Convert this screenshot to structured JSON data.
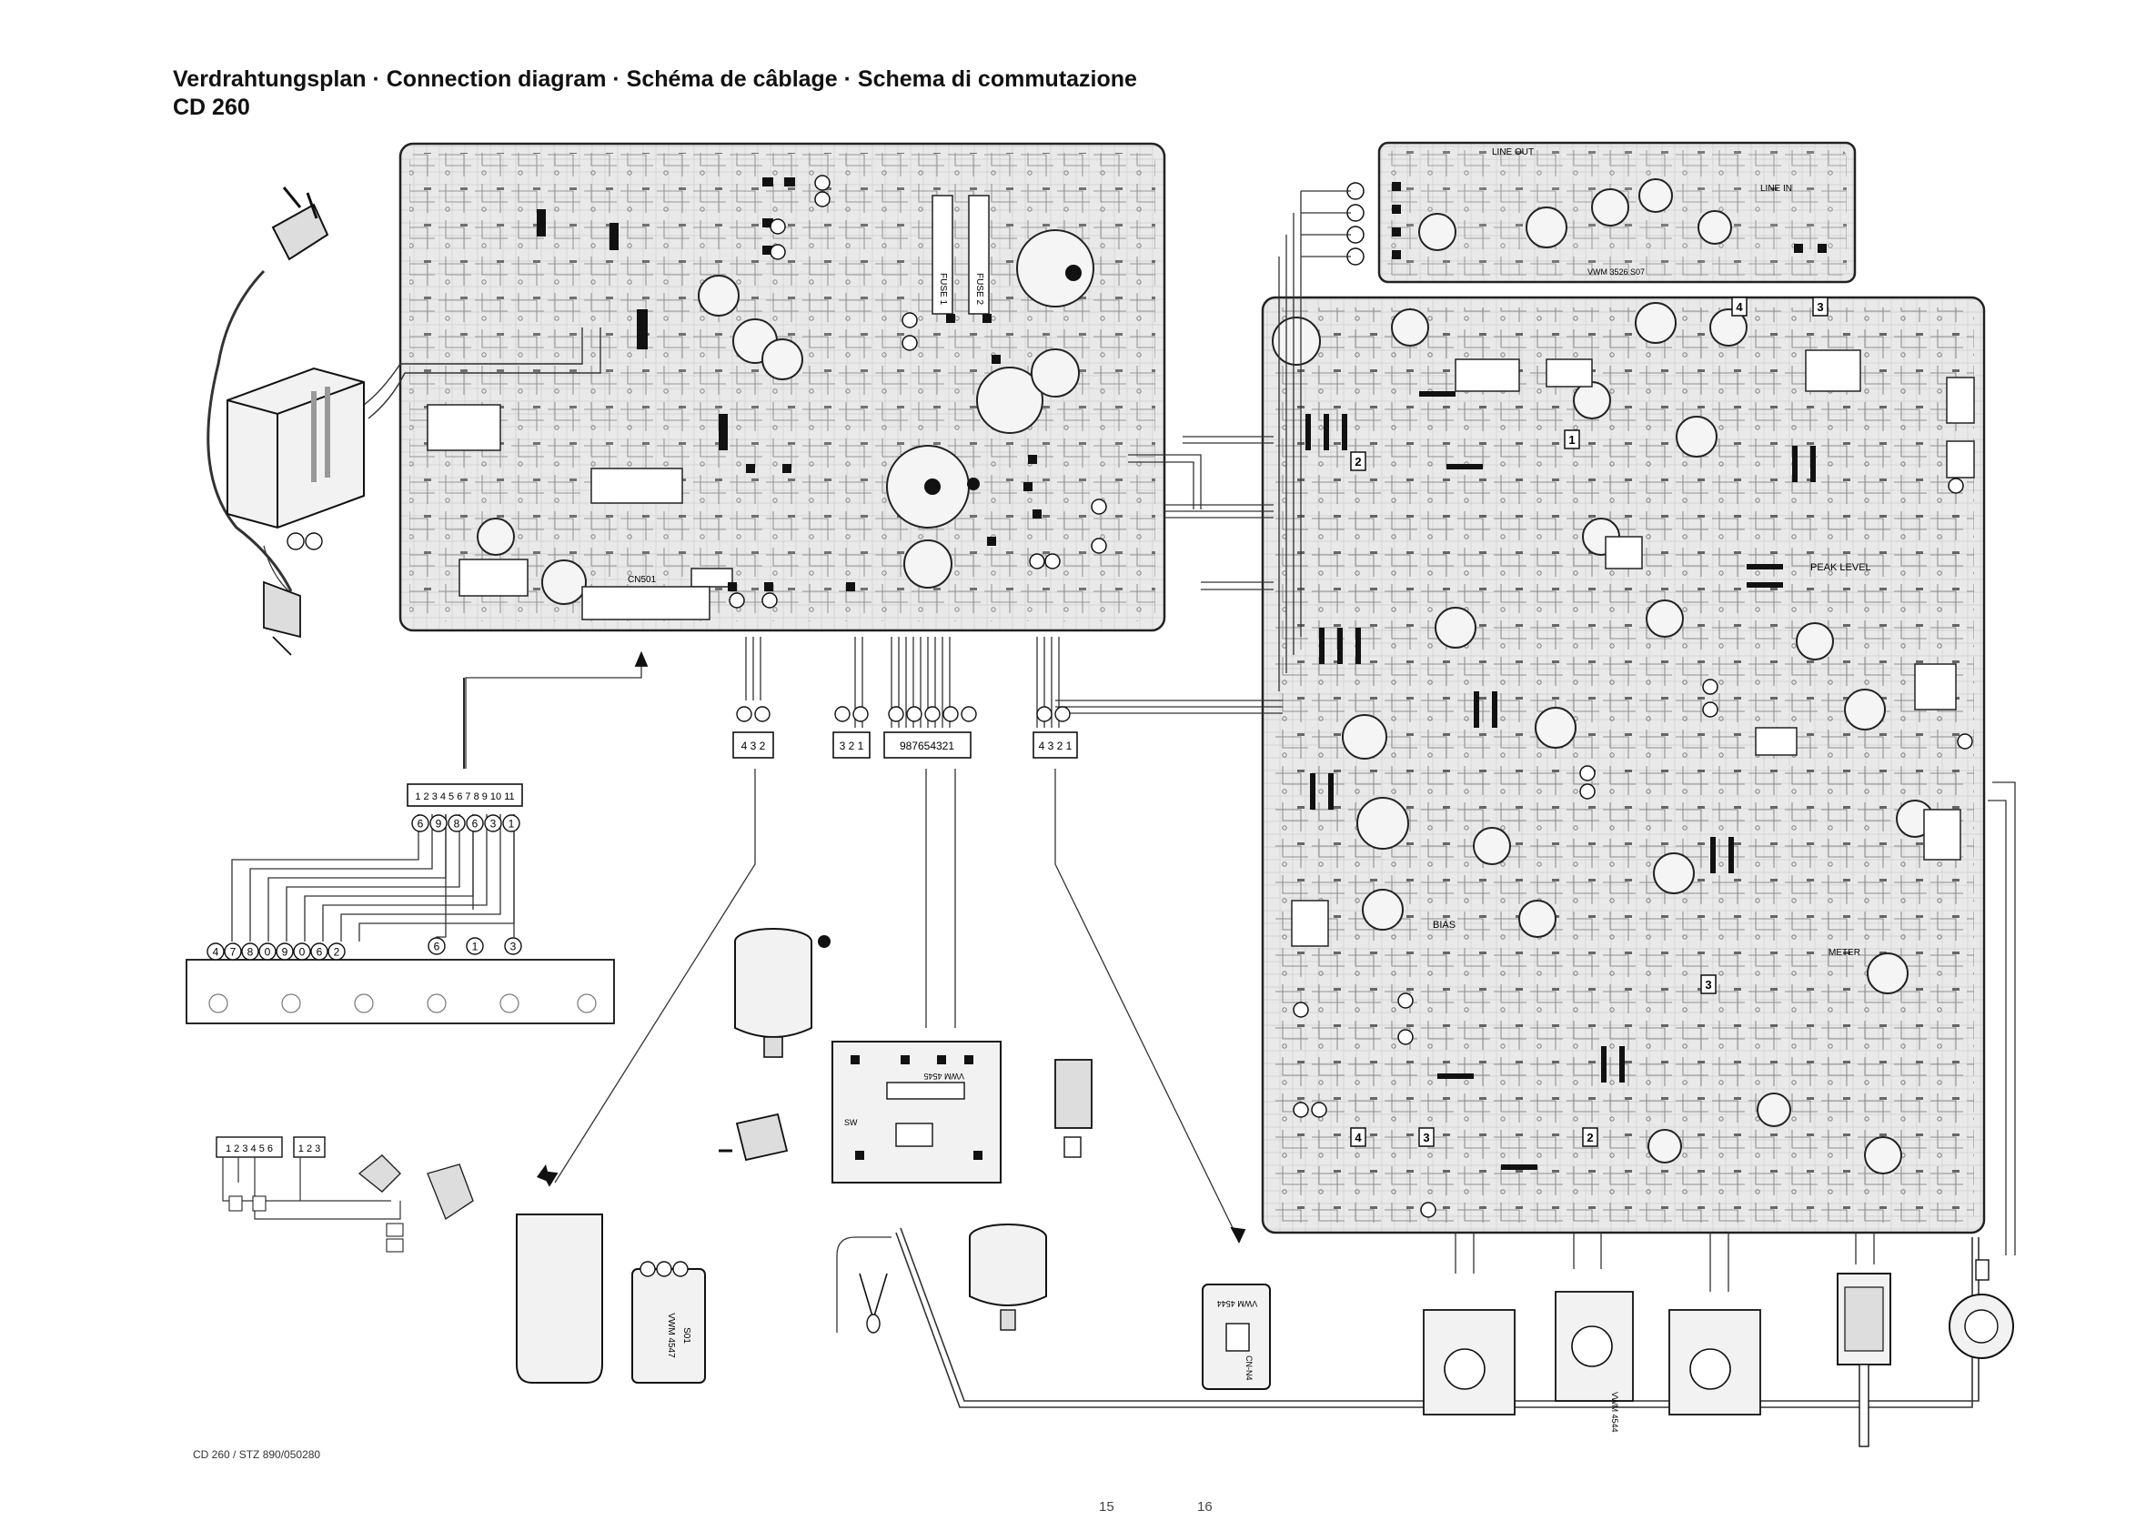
{
  "header": {
    "title_line1": "Verdrahtungsplan · Connection diagram · Schéma de câblage · Schema di commutazione",
    "title_line2": "CD 260"
  },
  "footer": {
    "doc_ref": "CD 260 / STZ 890/050280",
    "page_left": "15",
    "page_right": "16"
  },
  "boards": {
    "line_board": {
      "label_left": "LINE OUT",
      "label_right": "LINE IN",
      "code": "VWM 3526 S07"
    },
    "main_board": {
      "peak_label": "PEAK LEVEL",
      "bias_label": "BIAS",
      "meter_label": "METER"
    },
    "power_board": {
      "fuse1": "FUSE 1",
      "fuse2": "FUSE 2",
      "connector": "CN501"
    }
  },
  "connectors": {
    "plug_a": [
      "4",
      "3",
      "2"
    ],
    "plug_b": [
      "3",
      "2",
      "1"
    ],
    "plug_c": [
      "9",
      "8",
      "7",
      "6",
      "5",
      "4",
      "3",
      "2",
      "1"
    ],
    "plug_d": [
      "4",
      "3",
      "2",
      "1"
    ],
    "strip": "1 2 3 4 5 6 7 8 9 10 11",
    "strip_wires": [
      "6",
      "9",
      "8",
      "6",
      "3",
      "1"
    ],
    "panel_wires": [
      "4",
      "7",
      "8",
      "0",
      "9",
      "0",
      "6",
      "2"
    ],
    "panel_right": [
      "6",
      "1",
      "3"
    ],
    "small_conn_a": "1 2 3 4 5 6",
    "small_conn_b": "1 2 3"
  },
  "markers": {
    "m1": "1",
    "m2": "2",
    "m3": "3",
    "m4": "4"
  },
  "parts": {
    "motor_board_code": "VWM 4545",
    "head_code": "VWM 4547",
    "head_sub": "S01",
    "switch_code": "VWM 4544",
    "switch2_code": "VWM 4544",
    "jack_code": "CN-N4",
    "sw_label": "SW"
  }
}
